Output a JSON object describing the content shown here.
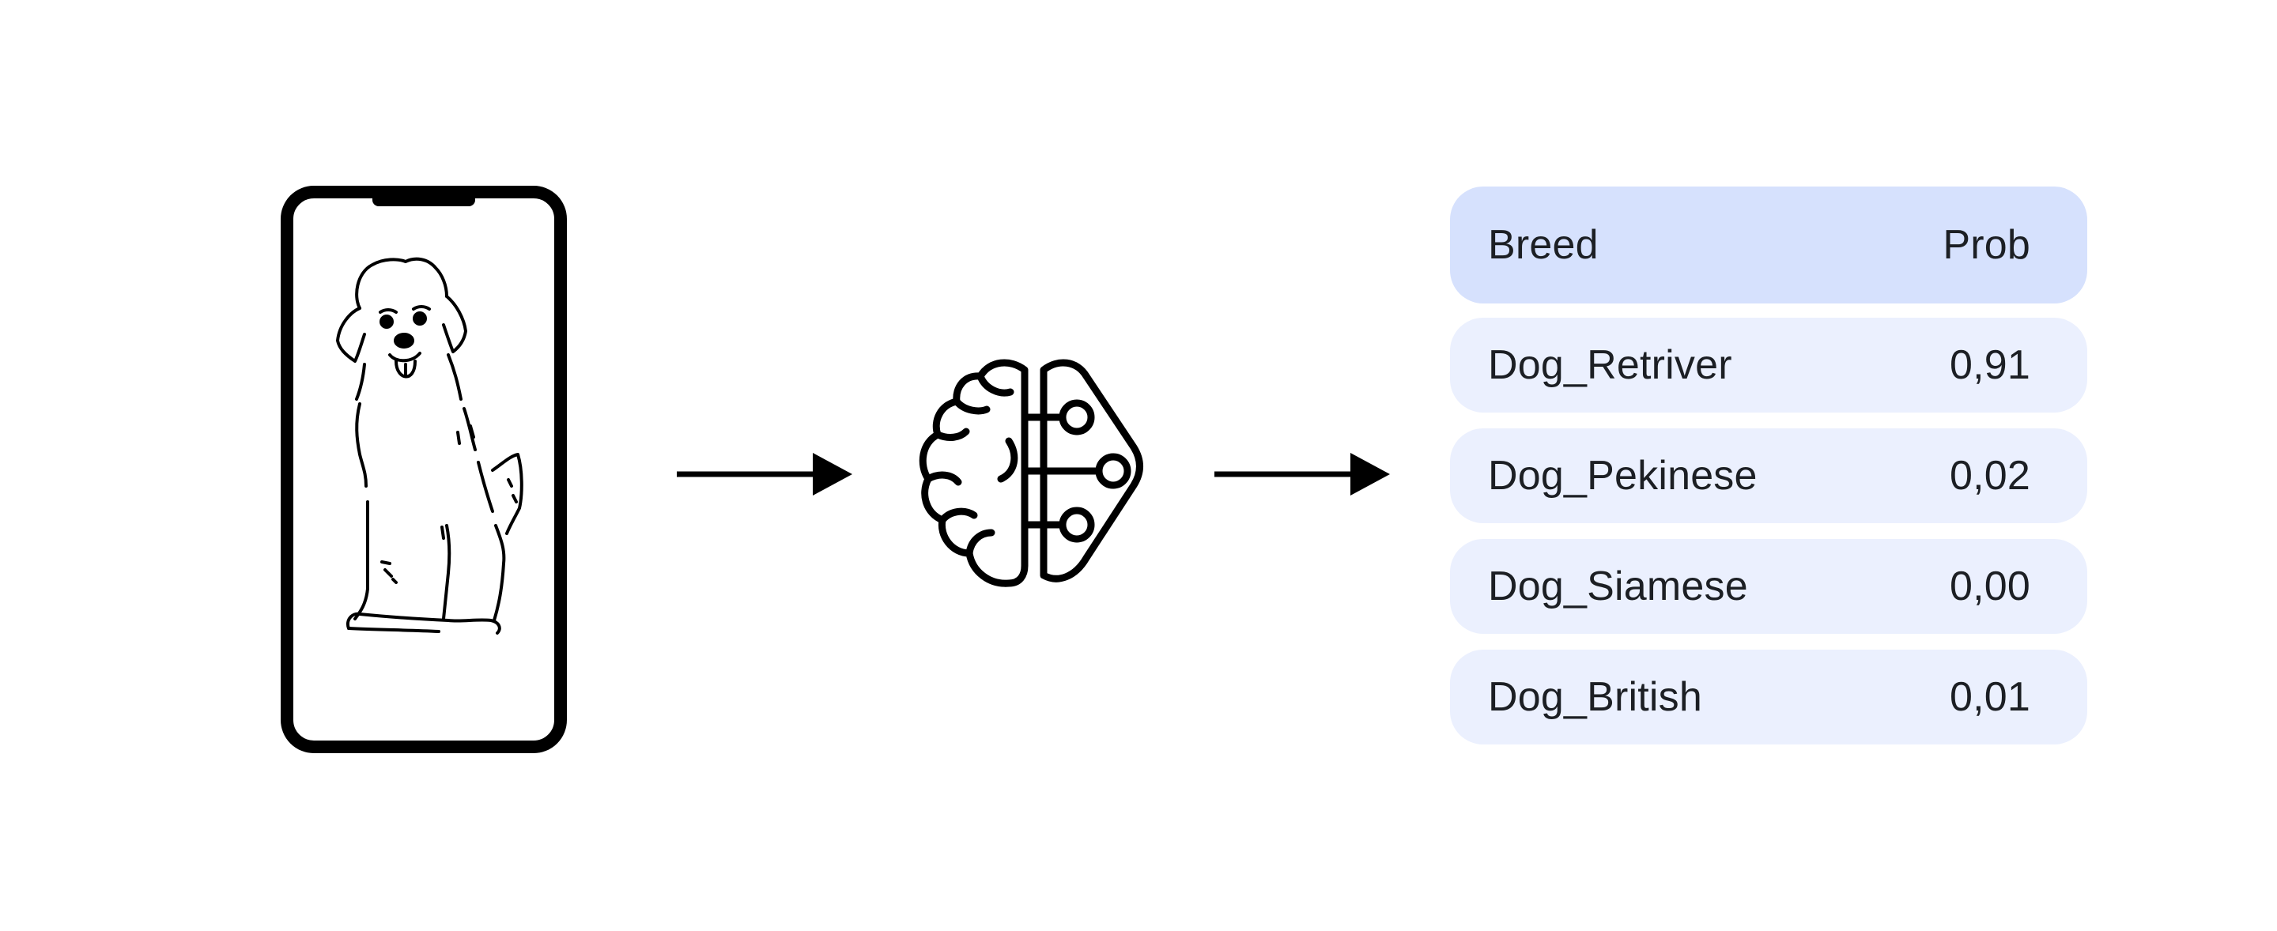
{
  "table": {
    "headers": {
      "breed": "Breed",
      "prob": "Prob"
    },
    "rows": [
      {
        "breed": "Dog_Retriver",
        "prob": "0,91"
      },
      {
        "breed": "Dog_Pekinese",
        "prob": "0,02"
      },
      {
        "breed": "Dog_Siamese",
        "prob": "0,00"
      },
      {
        "breed": "Dog_British",
        "prob": "0,01"
      }
    ]
  },
  "icons": {
    "input": "phone-with-dog-photo-icon",
    "model": "brain-circuit-icon",
    "flow": "arrow-right-icon"
  },
  "colors": {
    "header_bg": "#d6e1fd",
    "row_bg": "#ebf0fe",
    "stroke": "#000000"
  }
}
